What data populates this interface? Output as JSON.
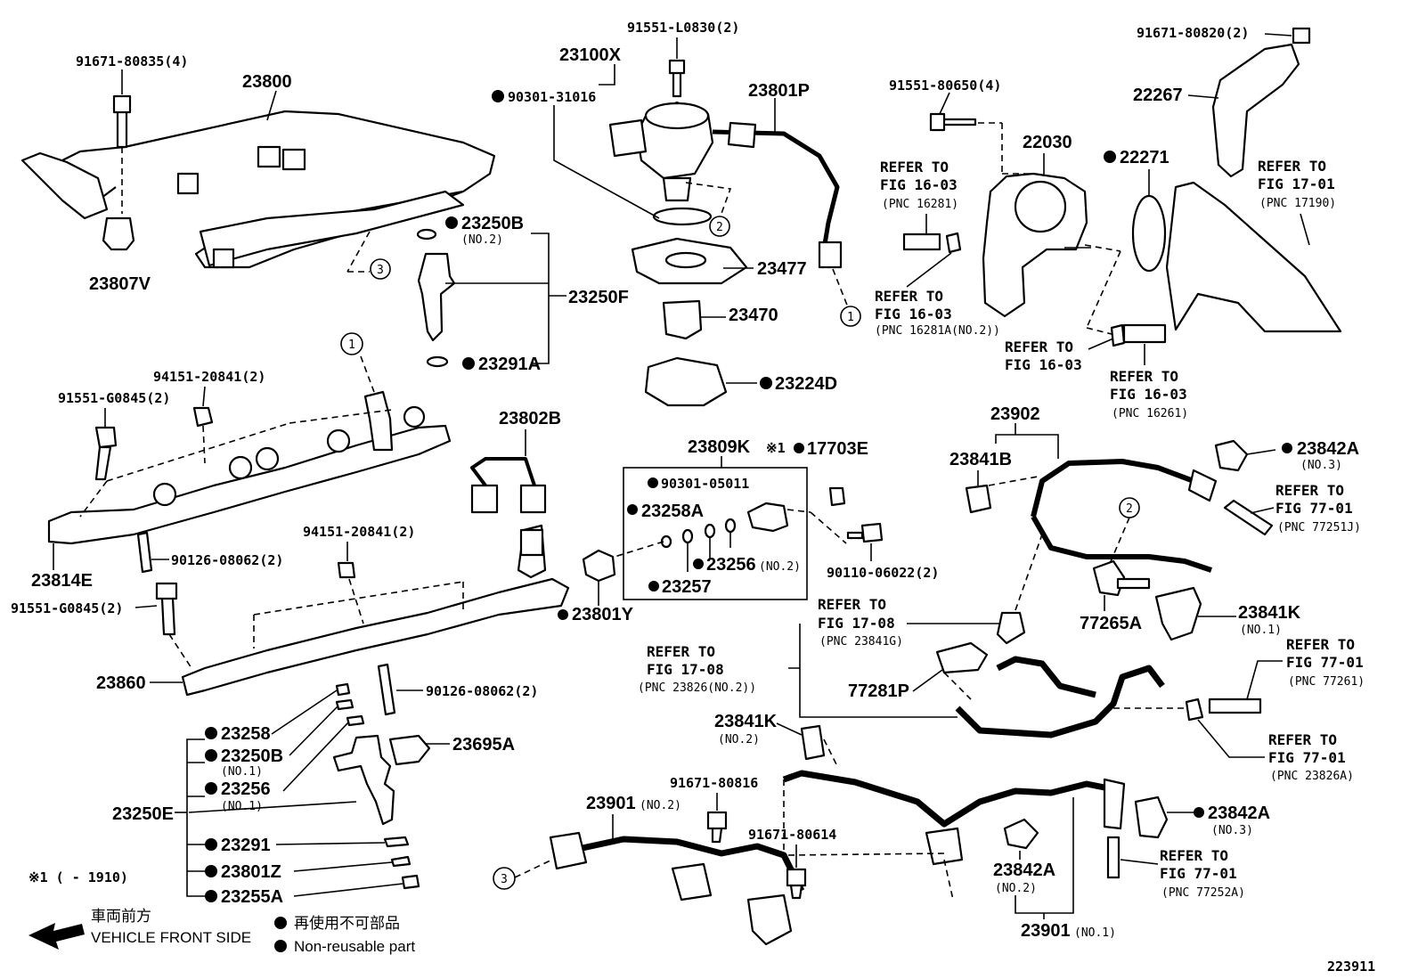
{
  "labels": {
    "p91671_80835": "91671-80835(4)",
    "p23800": "23800",
    "p23807V": "23807V",
    "p23100X": "23100X",
    "p91551_L0830": "91551-L0830(2)",
    "p90301_31016": "90301-31016",
    "p23801P": "23801P",
    "p23250B_top": "23250B",
    "no2_a": "(NO.2)",
    "p23250F": "23250F",
    "p23291A": "23291A",
    "p23477": "23477",
    "p23470": "23470",
    "p23224D": "23224D",
    "p91551_80650": "91551-80650(4)",
    "p22030": "22030",
    "p91671_80820": "91671-80820(2)",
    "p22267": "22267",
    "p22271": "22271",
    "p94151_20841_a": "94151-20841(2)",
    "p91551_G0845_a": "91551-G0845(2)",
    "p23814E": "23814E",
    "p90126_08062_a": "90126-08062(2)",
    "p94151_20841_b": "94151-20841(2)",
    "p91551_G0845_b": "91551-G0845(2)",
    "p23860": "23860",
    "p90126_08062_b": "90126-08062(2)",
    "p23802B": "23802B",
    "p23809K": "23809K",
    "p90301_05011": "90301-05011",
    "p23258A": "23258A",
    "p23256_box": "23256",
    "no2_b": "(NO.2)",
    "p23257": "23257",
    "p23801Y": "23801Y",
    "mark1": "※1",
    "p17703E": "17703E",
    "p90110_06022": "90110-06022(2)",
    "p23902": "23902",
    "p23841B": "23841B",
    "p23842A_top": "23842A",
    "no3_a": "(NO.3)",
    "p77265A": "77265A",
    "p23841K_r": "23841K",
    "no1_a": "(NO.1)",
    "p77281P": "77281P",
    "p23841K_b": "23841K",
    "no2_c": "(NO.2)",
    "p91671_80816": "91671-80816",
    "p23901_no2": "23901",
    "no2_d": "(NO.2)",
    "p91671_80614": "91671-80614",
    "p23842A_mid": "23842A",
    "no2_e": "(NO.2)",
    "p23842A_r": "23842A",
    "no3_b": "(NO.3)",
    "p23901_no1": "23901",
    "no1_b": "(NO.1)",
    "p23258": "23258",
    "p23250B_b": "23250B",
    "no1_c": "(NO.1)",
    "p23256_b": "23256",
    "no1_d": "(NO.1)",
    "p23250E": "23250E",
    "p23291": "23291",
    "p23801Z": "23801Z",
    "p23255A": "23255A",
    "p23695A": "23695A",
    "note1": "※1 (      - 1910)",
    "figure_no": "223911",
    "circle_1": "1",
    "circle_2": "2",
    "circle_3": "3"
  },
  "refs": {
    "r1_l1": "REFER TO",
    "r1_l2": "FIG 16-03",
    "r1_l3": "(PNC 16281)",
    "r2_l1": "REFER TO",
    "r2_l2": "FIG 16-03",
    "r2_l3": "(PNC 16281A(NO.2))",
    "r3_l1": "REFER TO",
    "r3_l2": "FIG 16-03",
    "r4_l1": "REFER TO",
    "r4_l2": "FIG 16-03",
    "r4_l3": "(PNC 16261)",
    "r5_l1": "REFER TO",
    "r5_l2": "FIG 17-01",
    "r5_l3": "(PNC 17190)",
    "r6_l1": "REFER TO",
    "r6_l2": "FIG 77-01",
    "r6_l3": "(PNC 77251J)",
    "r7_l1": "REFER TO",
    "r7_l2": "FIG 17-08",
    "r7_l3": "(PNC 23841G)",
    "r8_l1": "REFER TO",
    "r8_l2": "FIG 17-08",
    "r8_l3": "(PNC 23826(NO.2))",
    "r9_l1": "REFER TO",
    "r9_l2": "FIG 77-01",
    "r9_l3": "(PNC 77261)",
    "r10_l1": "REFER TO",
    "r10_l2": "FIG 77-01",
    "r10_l3": "(PNC 23826A)",
    "r11_l1": "REFER TO",
    "r11_l2": "FIG 77-01",
    "r11_l3": "(PNC 77252A)"
  },
  "legend": {
    "front_jp": "車両前方",
    "front_en": "VEHICLE FRONT SIDE",
    "nonreuse_jp": "再使用不可部品",
    "nonreuse_en": "Non-reusable part"
  },
  "colors": {
    "ink": "#000000",
    "paper": "#ffffff"
  }
}
